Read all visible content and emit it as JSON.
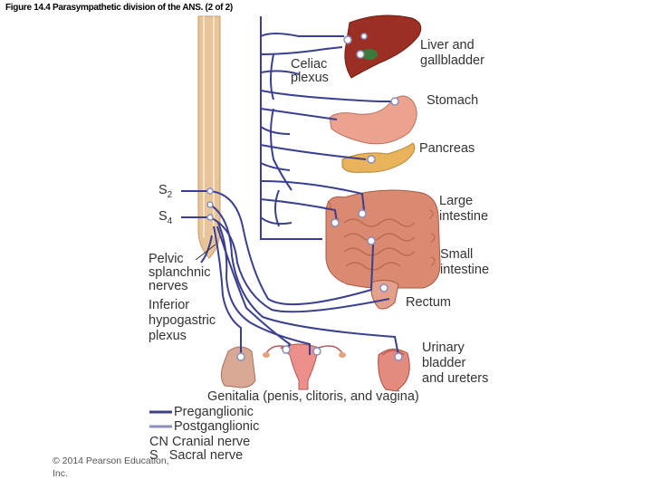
{
  "title": "Figure 14.4 Parasympathetic division of the ANS. (2 of 2)",
  "labels": {
    "liver": [
      "Liver and",
      "gallbladder"
    ],
    "celiac": [
      "Celiac",
      "plexus"
    ],
    "stomach": [
      "Stomach"
    ],
    "pancreas": [
      "Pancreas"
    ],
    "large_intestine": [
      "Large",
      "intestine"
    ],
    "small_intestine": [
      "Small",
      "intestine"
    ],
    "rectum": [
      "Rectum"
    ],
    "urinary": [
      "Urinary",
      "bladder",
      "and ureters"
    ],
    "genitalia": [
      "Genitalia (penis, clitoris, and vagina)"
    ],
    "pelvic": [
      "Pelvic",
      "splanchnic",
      "nerves"
    ],
    "inferior": [
      "Inferior",
      "hypogastric",
      "plexus"
    ],
    "s2": {
      "letter": "S",
      "sub": "2"
    },
    "s4": {
      "letter": "S",
      "sub": "4"
    }
  },
  "legend": {
    "preganglionic": "Preganglionic",
    "postganglionic": "Postganglionic",
    "cranial_abbr": "CN",
    "cranial": "Cranial nerve",
    "sacral_abbr": "S",
    "sacral": "Sacral nerve"
  },
  "copyright": [
    "© 2014 Pearson Education,",
    "Inc."
  ],
  "colors": {
    "preganglionic": "#3a3f8f",
    "postganglionic": "#8a8fbf",
    "spinal_cord": "#e8c49a"
  }
}
